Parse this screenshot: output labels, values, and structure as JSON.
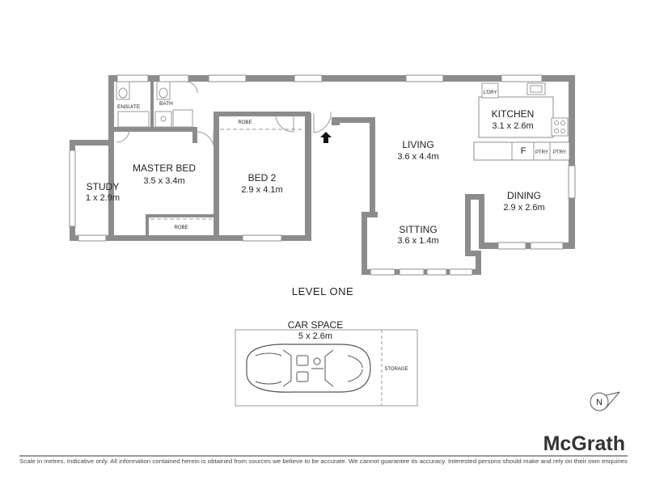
{
  "level_label": "LEVEL ONE",
  "rooms": {
    "ensuite": "ENSUITE",
    "bath": "BATH",
    "master_bed": {
      "name": "MASTER BED",
      "size": "3.5 x 3.4m"
    },
    "study": {
      "name": "STUDY",
      "size": "1 x 2.9m"
    },
    "bed2": {
      "name": "BED 2",
      "size": "2.9 x 4.1m"
    },
    "living": {
      "name": "LIVING",
      "size": "3.6 x 4.4m"
    },
    "kitchen": {
      "name": "KITCHEN",
      "size": "3.1 x 2.6m"
    },
    "dining": {
      "name": "DINING",
      "size": "2.9 x 2.6m"
    },
    "sitting": {
      "name": "SITTING",
      "size": "3.6 x 1.4m"
    }
  },
  "fixtures": {
    "robe_bed2": "ROBE",
    "robe_master": "ROBE",
    "laundry": "L'DRY",
    "fridge": "F",
    "pantry1": "PTRY",
    "pantry2": "PTRY",
    "storage": "STORAGE"
  },
  "car_space": {
    "name": "CAR SPACE",
    "size": "5 x 2.6m"
  },
  "compass": "N",
  "brand": "McGrath",
  "disclaimer": "Scale in metres. Indicative only. All information contained herein is obtained from sources we believe to be accurate. We cannot guarantee its accuracy. Interested persons should make and rely on their own enquiries"
}
